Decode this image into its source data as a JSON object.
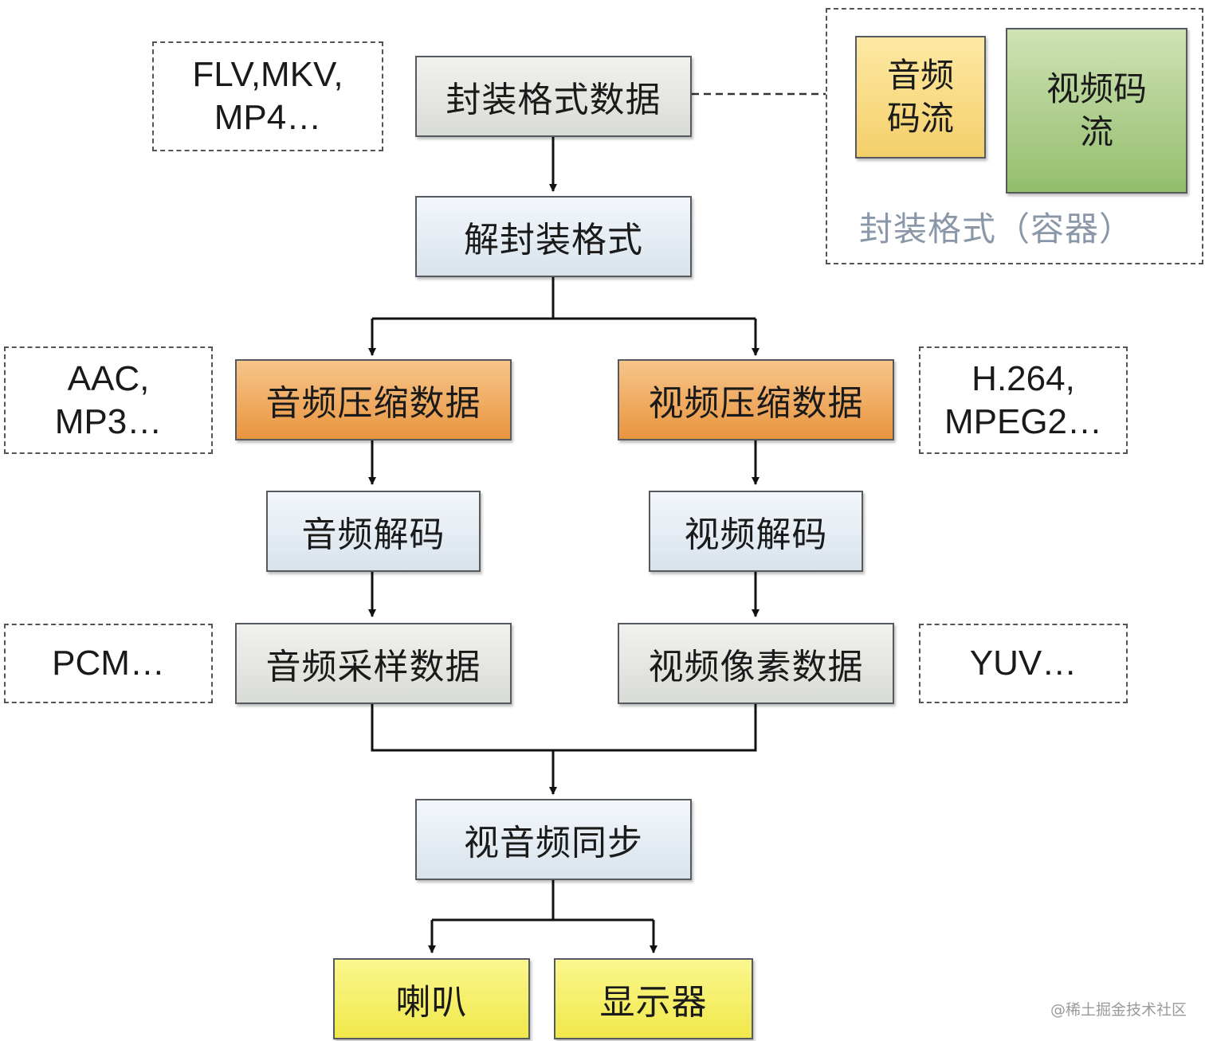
{
  "nodes": {
    "container_data": "封装格式数据",
    "demux": "解封装格式",
    "audio_compressed": "音频压缩数据",
    "video_compressed": "视频压缩数据",
    "audio_decode": "音频解码",
    "video_decode": "视频解码",
    "audio_samples": "音频采样数据",
    "video_pixels": "视频像素数据",
    "av_sync": "视音频同步",
    "speaker": "喇叭",
    "display": "显示器"
  },
  "notes": {
    "container_formats_line1": "FLV,MKV,",
    "container_formats_line2": "MP4…",
    "audio_codecs_line1": "AAC,",
    "audio_codecs_line2": "MP3…",
    "video_codecs_line1": "H.264,",
    "video_codecs_line2": "MPEG2…",
    "audio_raw": "PCM…",
    "video_raw": "YUV…"
  },
  "container_detail": {
    "audio_stream_line1": "音频",
    "audio_stream_line2": "码流",
    "video_stream_line1": "视频码",
    "video_stream_line2": "流",
    "label": "封装格式（容器）"
  },
  "watermark": "@稀土掘金技术社区",
  "colors": {
    "node_grey": "#d9dbd6",
    "node_blue": "#d9e3ec",
    "node_orange": "#e9953f",
    "node_yellow": "#f0e84a",
    "audio_stream": "#f4cf6a",
    "video_stream": "#93be6d",
    "container_label": "#8a97a8"
  }
}
